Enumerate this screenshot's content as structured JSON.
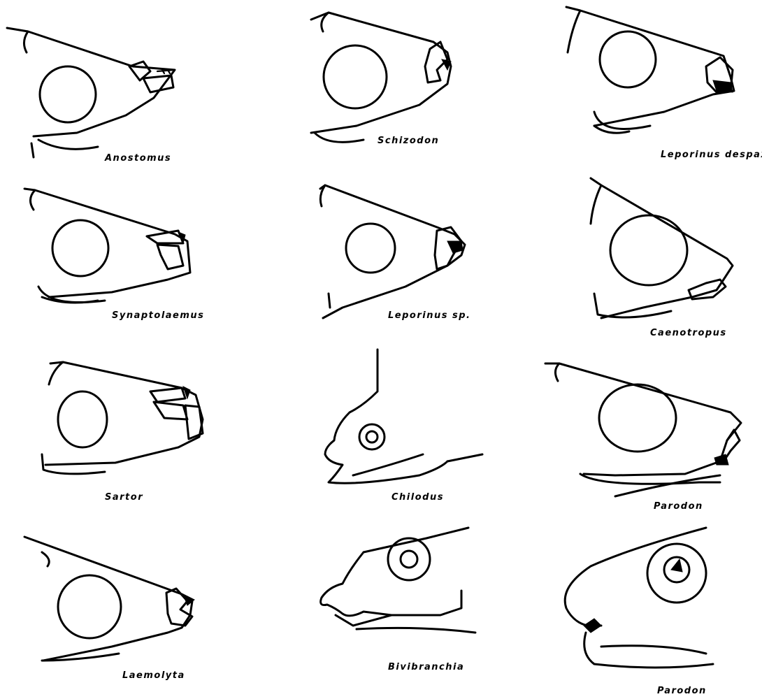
{
  "figure": {
    "labels": {
      "anostomus": "Anostomus",
      "schizodon": "Schizodon",
      "leporinus_despaxi": "Leporinus despaxi",
      "synaptolaemus": "Synaptolaemus",
      "leporinus_sp": "Leporinus sp.",
      "caenotropus": "Caenotropus",
      "sartor": "Sartor",
      "chilodus": "Chilodus",
      "parodon_1": "Parodon",
      "laemolyta": "Laemolyta",
      "bivibranchia": "Bivibranchia",
      "parodon_2": "Parodon"
    }
  }
}
